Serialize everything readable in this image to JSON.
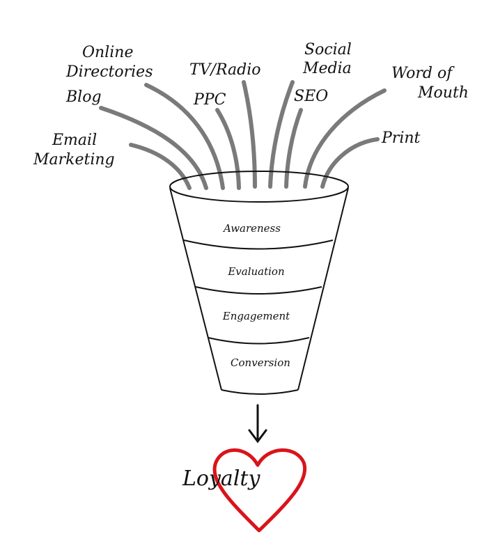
{
  "sources": [
    "Email",
    "Marketing",
    "Blog",
    "Online",
    "Directories",
    "PPC",
    "TV/Radio",
    "Social",
    "Media",
    "SEO",
    "Word of",
    "Mouth",
    "Print"
  ],
  "source_items": [
    "Email Marketing",
    "Blog",
    "Online Directories",
    "PPC",
    "TV/Radio",
    "Social Media",
    "SEO",
    "Word of Mouth",
    "Print"
  ],
  "stages": [
    "Awareness",
    "Evaluation",
    "Engagement",
    "Conversion"
  ],
  "outcome": "Loyalty",
  "colors": {
    "curve": "#7a7a7a",
    "heart": "#d9141b",
    "ink": "#111111"
  }
}
